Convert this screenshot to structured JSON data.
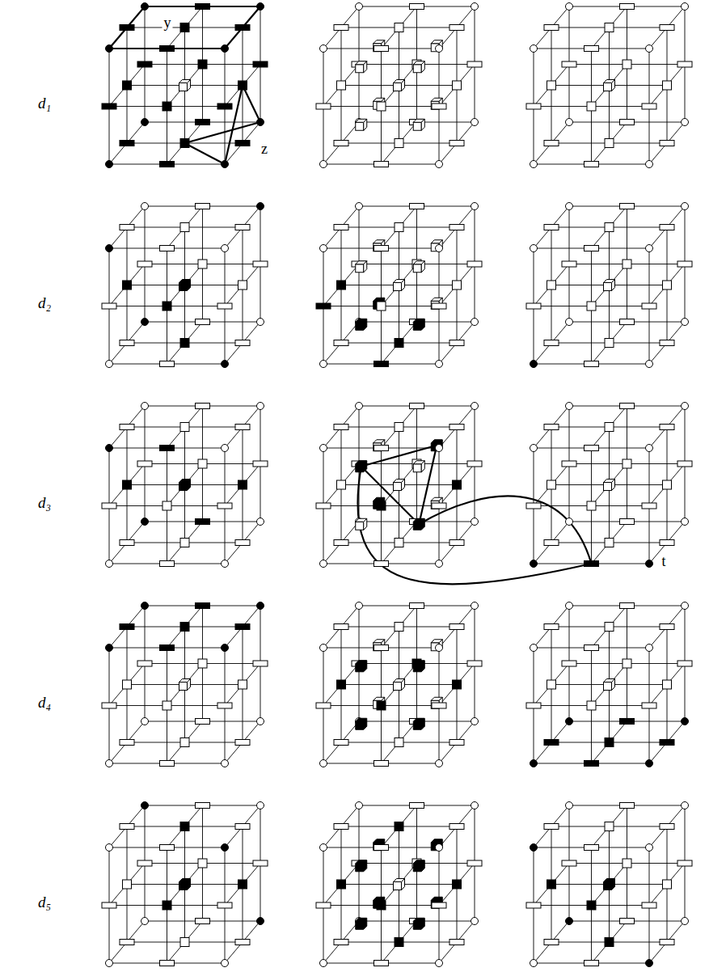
{
  "diagram": {
    "labels": [
      "d₁",
      "d₂",
      "d₃",
      "d₄",
      "d₅",
      "y",
      "z",
      "t"
    ]
  }
}
